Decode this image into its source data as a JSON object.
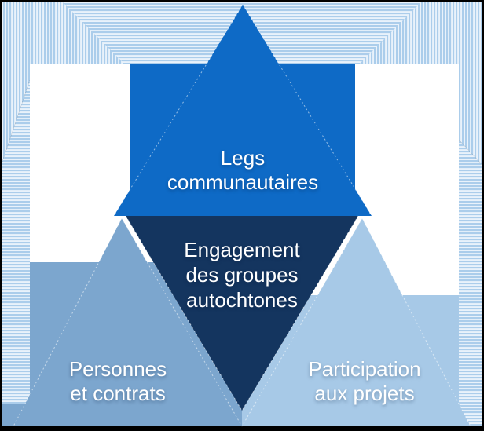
{
  "diagram_type": "pyramid-segment-diagram",
  "colors": {
    "primary_blue": "#0e6ac6",
    "navy": "#14355f",
    "medium_blue": "#7ca6ce",
    "light_blue": "#a7c9e7",
    "stripe_blue": "#abcdeb",
    "stripe_light": "#e9f2fb",
    "inner_background": "#ffffff",
    "frame": "#000000",
    "label_text": "#ffffff"
  },
  "pyramid": {
    "top": {
      "label": "Legs communautaires",
      "lines": [
        "Legs",
        "communautaires"
      ],
      "color": "#0e6ac6"
    },
    "center": {
      "label": "Engagement des groupes autochtones",
      "lines": [
        "Engagement",
        "des groupes",
        "autochtones"
      ],
      "color": "#14355f"
    },
    "bottom_left": {
      "label": "Personnes et contrats",
      "lines": [
        "Personnes",
        "et contrats"
      ],
      "color": "#7ca6ce"
    },
    "bottom_right": {
      "label": "Participation aux projets",
      "lines": [
        "Participation",
        "aux projets"
      ],
      "color": "#a7c9e7"
    }
  }
}
